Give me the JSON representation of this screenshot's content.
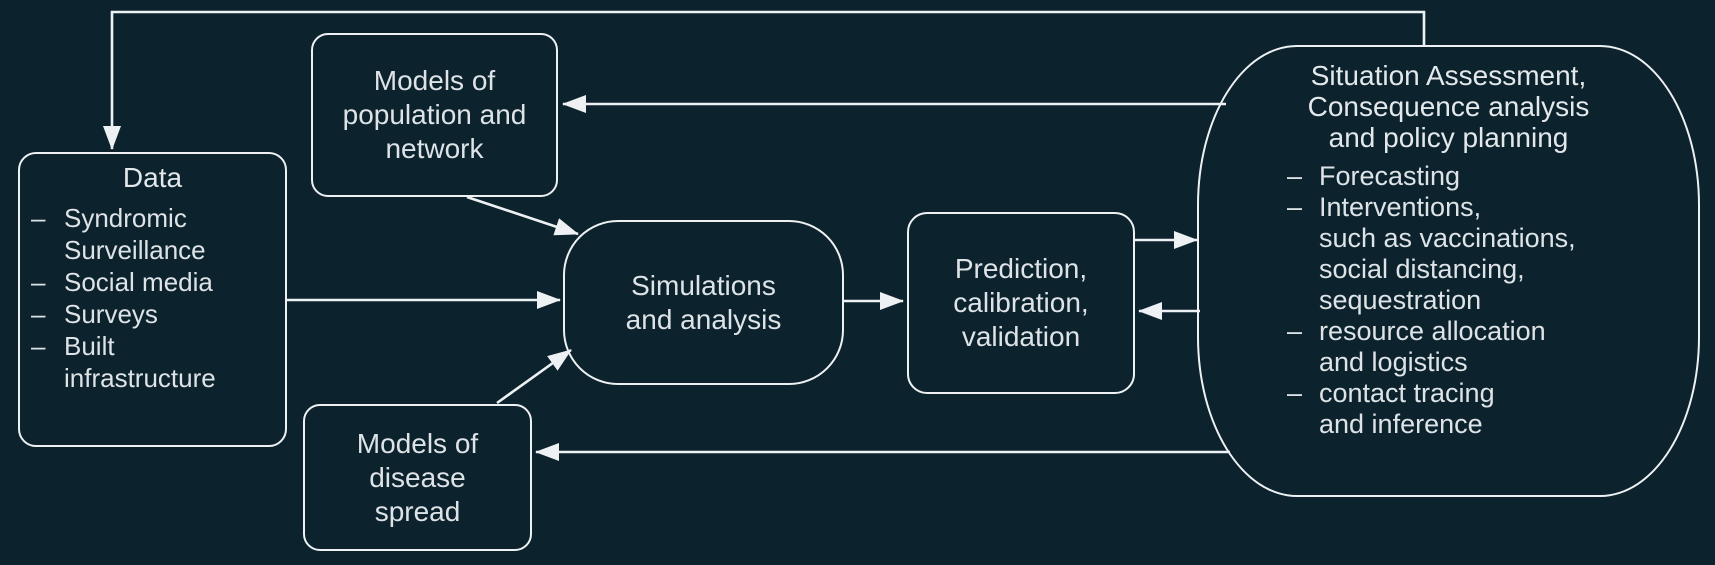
{
  "colors": {
    "background": "#0c222d",
    "box_border": "#eef1f3",
    "text": "#dde3e6",
    "arrow": "#eef1f3"
  },
  "nodes": {
    "data": {
      "title": "Data",
      "bullet": "–",
      "items": [
        "Syndromic\nSurveillance",
        "Social media",
        "Surveys",
        "Built\ninfrastructure"
      ]
    },
    "models_population": {
      "label": "Models of\npopulation and\nnetwork"
    },
    "models_disease": {
      "label": "Models of\ndisease\nspread"
    },
    "simulations": {
      "label": "Simulations\nand analysis"
    },
    "prediction": {
      "label": "Prediction,\ncalibration,\nvalidation"
    },
    "situation": {
      "title": "Situation Assessment,\nConsequence analysis\nand policy planning",
      "bullet": "–",
      "items": [
        "Forecasting",
        "Interventions,\nsuch as vaccinations,\nsocial distancing,\nsequestration",
        "resource allocation\nand logistics",
        "contact tracing\nand inference"
      ]
    }
  }
}
